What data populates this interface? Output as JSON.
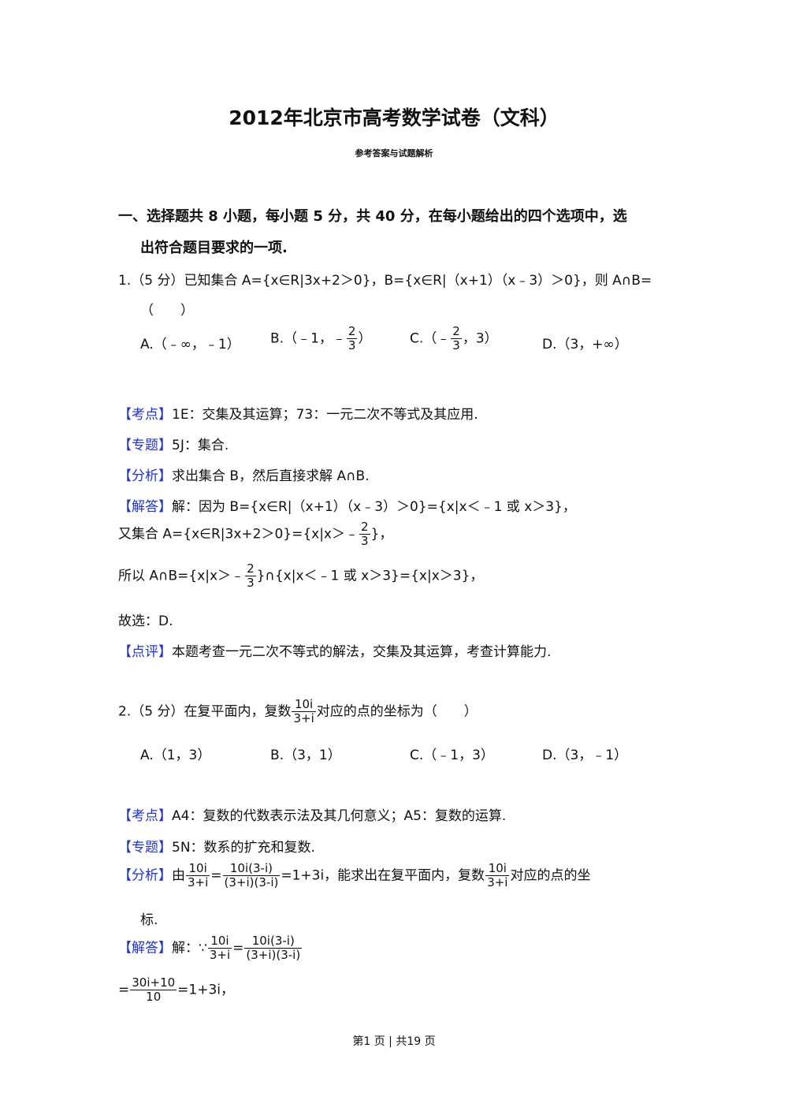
{
  "header": {
    "title": "2012年北京市高考数学试卷（文科）",
    "subtitle": "参考答案与试题解析"
  },
  "section1": {
    "line1": "一、选择题共 8 小题，每小题 5 分，共 40 分，在每小题给出的四个选项中，选",
    "line2": "出符合题目要求的一项."
  },
  "labels": {
    "kaodian": "【考点】",
    "zhuanti": "【专题】",
    "fenxi": "【分析】",
    "jieda": "【解答】",
    "dianping": "【点评】"
  },
  "q1": {
    "stem": "1.（5 分）已知集合 A={x∈R|3x+2＞0}，B={x∈R|（x+1）（x﹣3）＞0}，则 A∩B=",
    "blank": "（　　）",
    "options": {
      "a": "A.（﹣∞，﹣1）",
      "b_pre": "B.（﹣1，﹣",
      "b_post": "）",
      "c_pre": "C.（﹣",
      "c_post": "，3）",
      "d": "D.（3，+∞）",
      "frac_num": "2",
      "frac_den": "3"
    },
    "kaodian": "1E：交集及其运算；73：一元二次不等式及其应用.",
    "zhuanti": "5J：集合.",
    "fenxi": "求出集合 B，然后直接求解 A∩B.",
    "jieda1": "解：因为 B={x∈R|（x+1）（x﹣3）＞0}={x|x＜﹣1 或 x＞3}，",
    "jieda2_pre": "又集合 A={x∈R|3x+2＞0}={x|x＞﹣",
    "jieda2_post": "}，",
    "jieda3_pre": "所以 A∩B={x|x＞﹣",
    "jieda3_post": "}∩{x|x＜﹣1 或 x＞3}={x|x＞3}，",
    "choose": "故选：D.",
    "dianping": "本题考查一元二次不等式的解法，交集及其运算，考查计算能力."
  },
  "q2": {
    "stem_pre": "2.（5 分）在复平面内，复数",
    "stem_post": "对应的点的坐标为（　　）",
    "frac_num": "10i",
    "frac_den": "3+i",
    "options": {
      "a": "A.（1，3）",
      "b": "B.（3，1）",
      "c": "C.（﹣1，3）",
      "d": "D.（3，﹣1）"
    },
    "kaodian": "A4：复数的代数表示法及其几何意义；A5：复数的运算.",
    "zhuanti": "5N：数系的扩充和复数.",
    "fenxi_pre": "由",
    "fenxi_eq": "=",
    "fenxi_frac2_num": "10i(3-i)",
    "fenxi_frac2_den": "(3+i)(3-i)",
    "fenxi_mid": "=1+3i，能求出在复平面内，复数",
    "fenxi_post": "对应的点的坐",
    "fenxi_wrap": "标.",
    "jieda_pre": "解：∵",
    "jieda_eq": "=",
    "jieda2_pre": "=",
    "jieda2_frac_num": "30i+10",
    "jieda2_frac_den": "10",
    "jieda2_post": "=1+3i，"
  },
  "footer": {
    "page": "第1 页 | 共19 页"
  }
}
